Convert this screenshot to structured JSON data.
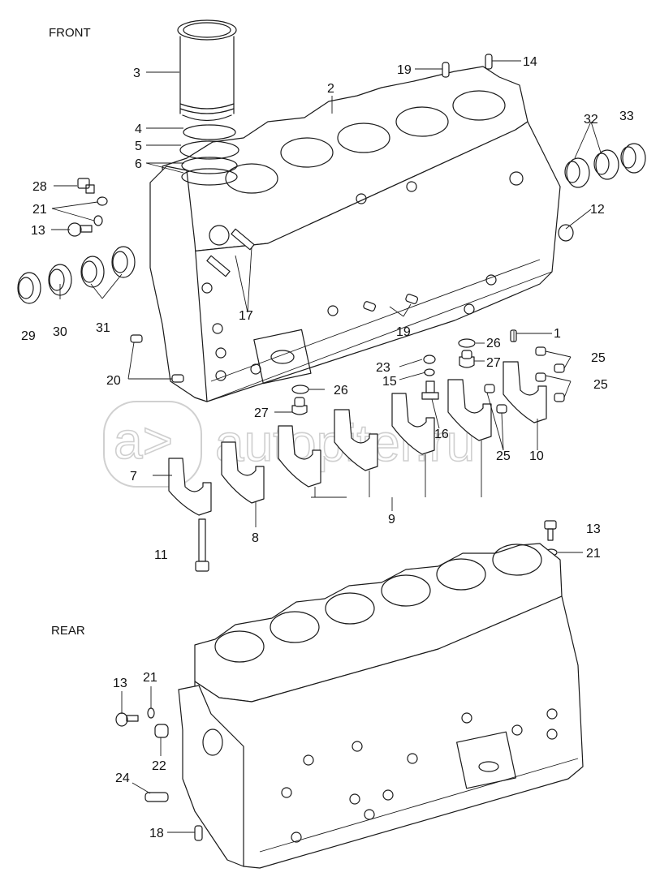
{
  "views": {
    "front": "FRONT",
    "rear": "REAR"
  },
  "watermark": {
    "logo": "a>",
    "text": "autopiter.ru"
  },
  "callouts": {
    "front": [
      {
        "id": "c3",
        "label": "3",
        "part": "cylinder liner"
      },
      {
        "id": "c4",
        "label": "4",
        "part": "o-ring"
      },
      {
        "id": "c5",
        "label": "5",
        "part": "o-ring"
      },
      {
        "id": "c6",
        "label": "6",
        "part": "o-ring"
      },
      {
        "id": "c2",
        "label": "2",
        "part": "cylinder block"
      },
      {
        "id": "c19a",
        "label": "19",
        "part": "dowel pin"
      },
      {
        "id": "c14",
        "label": "14",
        "part": "dowel pin"
      },
      {
        "id": "c32",
        "label": "32",
        "part": "bushing"
      },
      {
        "id": "c33",
        "label": "33",
        "part": "bushing"
      },
      {
        "id": "c12",
        "label": "12",
        "part": "plug"
      },
      {
        "id": "c28",
        "label": "28",
        "part": "plug"
      },
      {
        "id": "c21a",
        "label": "21",
        "part": "washer"
      },
      {
        "id": "c13a",
        "label": "13",
        "part": "bolt"
      },
      {
        "id": "c29",
        "label": "29",
        "part": "bushing"
      },
      {
        "id": "c30",
        "label": "30",
        "part": "bushing"
      },
      {
        "id": "c31",
        "label": "31",
        "part": "bushing"
      },
      {
        "id": "c17",
        "label": "17",
        "part": "stud"
      },
      {
        "id": "c19b",
        "label": "19",
        "part": "dowel pin"
      },
      {
        "id": "c20",
        "label": "20",
        "part": "dowel pin"
      },
      {
        "id": "c26a",
        "label": "26",
        "part": "washer"
      },
      {
        "id": "c27a",
        "label": "27",
        "part": "plug"
      },
      {
        "id": "c1",
        "label": "1",
        "part": "pin"
      },
      {
        "id": "c25a",
        "label": "25",
        "part": "dowel"
      },
      {
        "id": "c25b",
        "label": "25",
        "part": "dowel"
      },
      {
        "id": "c23",
        "label": "23",
        "part": "plug"
      },
      {
        "id": "c15",
        "label": "15",
        "part": "washer"
      },
      {
        "id": "c26b",
        "label": "26",
        "part": "washer"
      },
      {
        "id": "c27b",
        "label": "27",
        "part": "plug"
      },
      {
        "id": "c16",
        "label": "16",
        "part": "jet"
      },
      {
        "id": "c25c",
        "label": "25",
        "part": "dowel"
      },
      {
        "id": "c10",
        "label": "10",
        "part": "main bearing cap"
      },
      {
        "id": "c7",
        "label": "7",
        "part": "main bearing cap"
      },
      {
        "id": "c8",
        "label": "8",
        "part": "main bearing cap"
      },
      {
        "id": "c9",
        "label": "9",
        "part": "main bearing cap"
      },
      {
        "id": "c11",
        "label": "11",
        "part": "bolt"
      },
      {
        "id": "c13b",
        "label": "13",
        "part": "bolt"
      },
      {
        "id": "c21b",
        "label": "21",
        "part": "washer"
      }
    ],
    "rear": [
      {
        "id": "c13c",
        "label": "13",
        "part": "bolt"
      },
      {
        "id": "c21c",
        "label": "21",
        "part": "washer"
      },
      {
        "id": "c22",
        "label": "22",
        "part": "plug"
      },
      {
        "id": "c24",
        "label": "24",
        "part": "pin"
      },
      {
        "id": "c18",
        "label": "18",
        "part": "dowel pin"
      }
    ]
  }
}
